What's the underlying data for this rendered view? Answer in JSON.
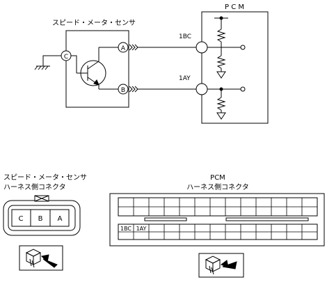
{
  "sensor": {
    "title": "スピード・メータ・センサ",
    "pins": {
      "c": "C",
      "a": "A",
      "b": "B"
    }
  },
  "pcm": {
    "title": "P C M",
    "terminals": {
      "t1": "1BC",
      "t2": "1AY"
    }
  },
  "sensor_connector": {
    "line1": "スピード・メータ・センサ",
    "line2": "ハーネス側コネクタ",
    "pins": [
      "C",
      "B",
      "A"
    ]
  },
  "pcm_connector": {
    "line1": "PCM",
    "line2": "ハーネス側コネクタ",
    "cell_labels": [
      "1BC",
      "1AY"
    ]
  }
}
